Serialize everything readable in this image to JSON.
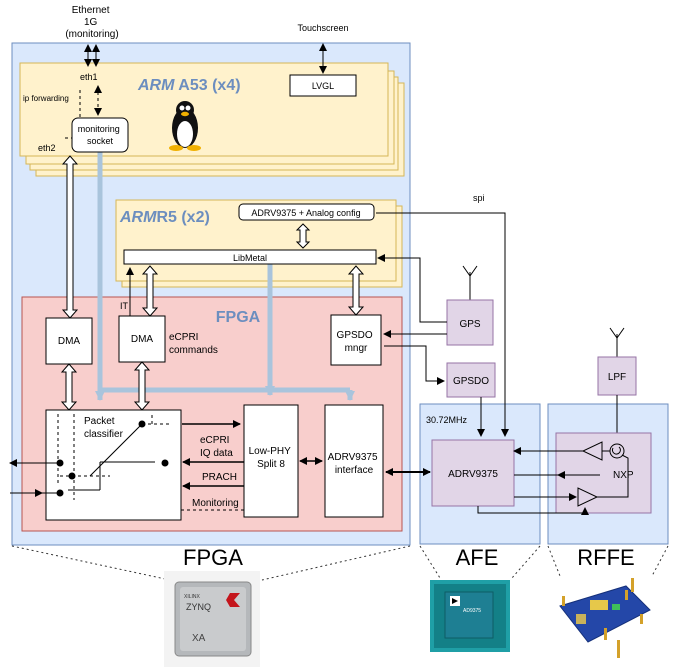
{
  "top": {
    "ethernet": [
      "Ethernet",
      "1G",
      "(monitoring)"
    ],
    "touchscreen": "Touchscreen"
  },
  "arm_a53": {
    "brand": "ARM",
    "title": "A53 (x4)",
    "eth1": "eth1",
    "eth2": "eth2",
    "ip_forwarding": "ip forwarding",
    "monitoring_socket": [
      "monitoring",
      "socket"
    ],
    "lvgl": "LVGL"
  },
  "arm_r5": {
    "brand": "ARM",
    "title": "R5 (x2)",
    "adrv_config": "ADRV9375 + Analog config",
    "libmetal": "LibMetal"
  },
  "fpga": {
    "title": "FPGA",
    "dma_left": "DMA",
    "dma_right": "DMA",
    "it": "IT",
    "ecpri_commands": [
      "eCPRI",
      "commands"
    ],
    "gpsdo_mngr": [
      "GPSDO",
      "mngr"
    ],
    "packet_classifier": [
      "Packet",
      "classifier"
    ],
    "ecpri_iq": [
      "eCPRI",
      "IQ data"
    ],
    "prach": "PRACH",
    "monitoring": "Monitoring",
    "lowphy": [
      "Low-PHY",
      "Split 8"
    ],
    "adrv_interface": [
      "ADRV9375",
      "interface"
    ]
  },
  "external": {
    "spi": "spi",
    "gps": "GPS",
    "gpsdo": "GPSDO",
    "freq": "30.72MHz",
    "adrv9375": "ADRV9375",
    "lpf": "LPF",
    "nxp": "NXP"
  },
  "captions": {
    "fpga": "FPGA",
    "afe": "AFE",
    "rffe": "RFFE"
  },
  "photos": {
    "fpga_chip": [
      "XILINX",
      "ZYNQ",
      "XA"
    ],
    "afe_chip": [
      "AD9375"
    ]
  },
  "colors": {
    "outer_blue": "#dae8fc",
    "arm_yellow": "#fff2cc",
    "fpga_red": "#f8cecc",
    "purple": "#e1d5e7",
    "arm_text": "#6c8ebf"
  }
}
